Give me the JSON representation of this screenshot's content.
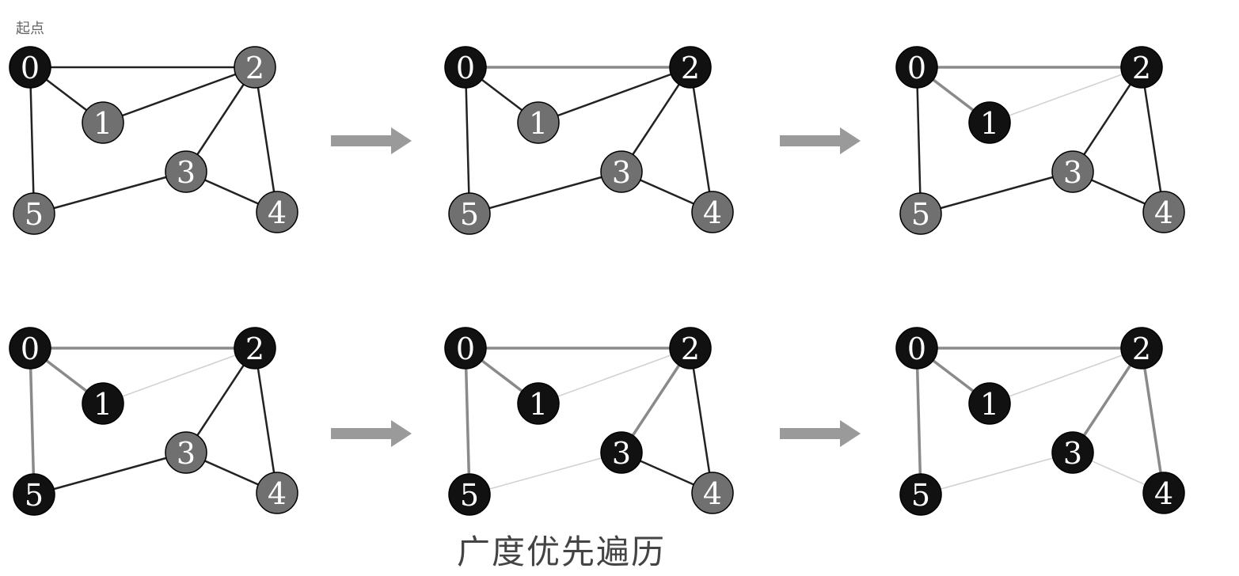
{
  "start_label": "起点",
  "caption": "广度优先遍历",
  "colors": {
    "visited_node": "#111111",
    "unvisited_node": "#707070",
    "normal_edge": "#222222",
    "tree_edge": "#8a8a8a",
    "skipped_edge": "#d0d0d0",
    "arrow": "#9a9a9a"
  },
  "graph": {
    "nodes": [
      "0",
      "1",
      "2",
      "3",
      "4",
      "5"
    ],
    "edges": [
      [
        "0",
        "2"
      ],
      [
        "0",
        "1"
      ],
      [
        "1",
        "2"
      ],
      [
        "0",
        "5"
      ],
      [
        "2",
        "3"
      ],
      [
        "2",
        "4"
      ],
      [
        "3",
        "4"
      ],
      [
        "3",
        "5"
      ]
    ]
  },
  "steps": [
    {
      "visited": [
        "0"
      ],
      "tree_edges": [],
      "skipped_edges": []
    },
    {
      "visited": [
        "0",
        "2"
      ],
      "tree_edges": [
        [
          "0",
          "2"
        ]
      ],
      "skipped_edges": []
    },
    {
      "visited": [
        "0",
        "2",
        "1"
      ],
      "tree_edges": [
        [
          "0",
          "2"
        ],
        [
          "0",
          "1"
        ]
      ],
      "skipped_edges": [
        [
          "1",
          "2"
        ]
      ]
    },
    {
      "visited": [
        "0",
        "2",
        "1",
        "5"
      ],
      "tree_edges": [
        [
          "0",
          "2"
        ],
        [
          "0",
          "1"
        ],
        [
          "0",
          "5"
        ]
      ],
      "skipped_edges": [
        [
          "1",
          "2"
        ]
      ]
    },
    {
      "visited": [
        "0",
        "2",
        "1",
        "5",
        "3"
      ],
      "tree_edges": [
        [
          "0",
          "2"
        ],
        [
          "0",
          "1"
        ],
        [
          "0",
          "5"
        ],
        [
          "2",
          "3"
        ]
      ],
      "skipped_edges": [
        [
          "1",
          "2"
        ],
        [
          "3",
          "5"
        ]
      ]
    },
    {
      "visited": [
        "0",
        "2",
        "1",
        "5",
        "3",
        "4"
      ],
      "tree_edges": [
        [
          "0",
          "2"
        ],
        [
          "0",
          "1"
        ],
        [
          "0",
          "5"
        ],
        [
          "2",
          "3"
        ],
        [
          "2",
          "4"
        ]
      ],
      "skipped_edges": [
        [
          "1",
          "2"
        ],
        [
          "3",
          "5"
        ],
        [
          "3",
          "4"
        ]
      ]
    }
  ]
}
